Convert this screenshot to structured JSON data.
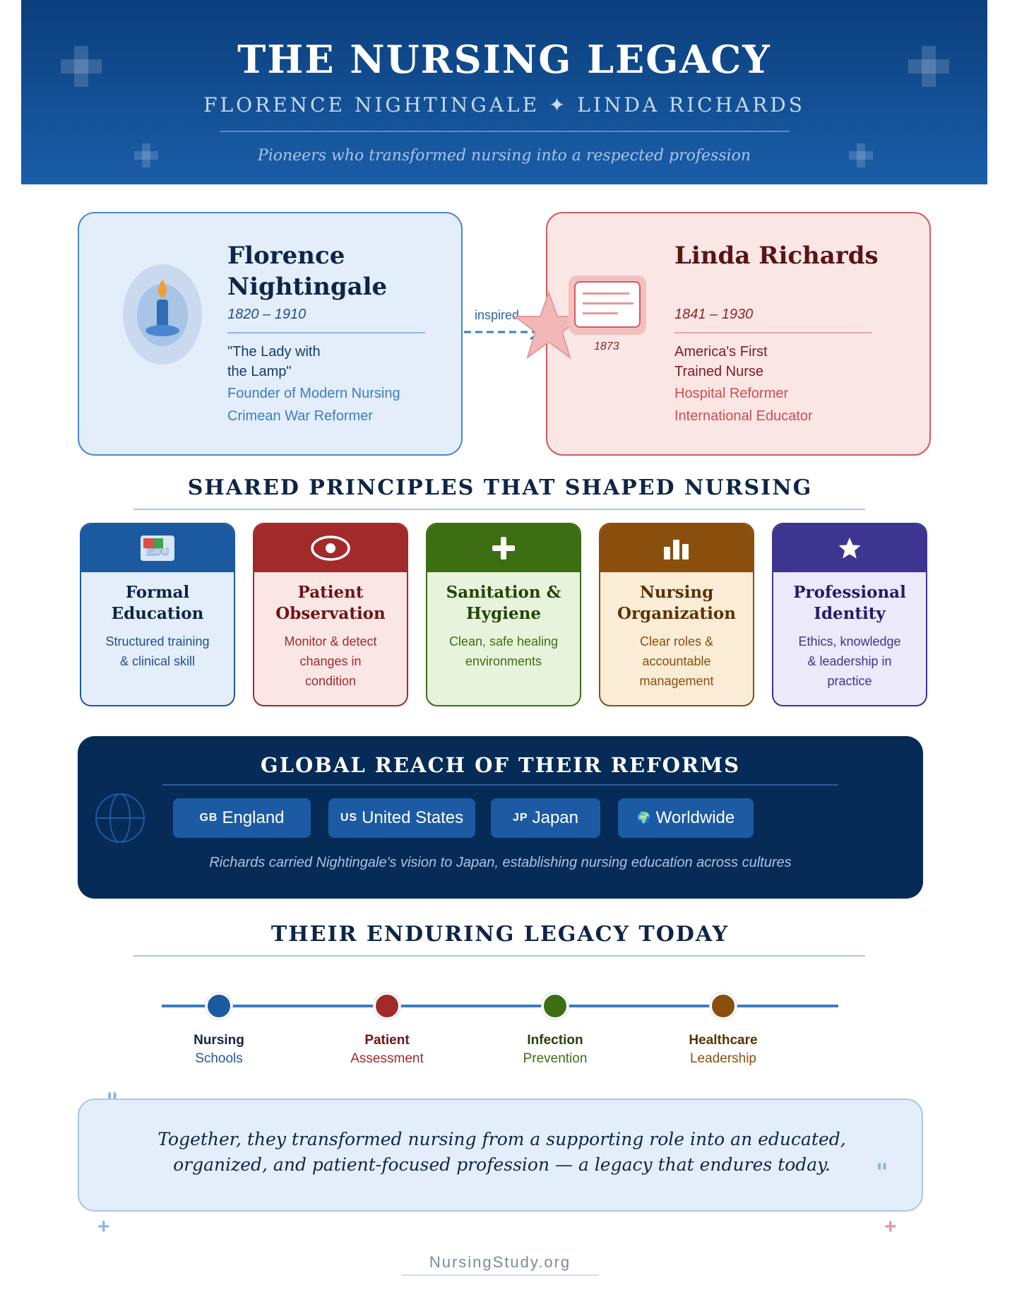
{
  "header": {
    "title": "THE NURSING LEGACY",
    "subtitle": "FLORENCE NIGHTINGALE ✦ LINDA RICHARDS",
    "tagline": "Pioneers who transformed nursing into a respected profession"
  },
  "bios": {
    "nightingale": {
      "name": "Florence Nightingale",
      "years": "1820 – 1910",
      "epithet": "\"The Lady with the Lamp\"",
      "roles": [
        "Founder of Modern Nursing",
        "Crimean War Reformer"
      ],
      "icon": "lamp-icon"
    },
    "connector": "inspired",
    "richards": {
      "name": "Linda Richards",
      "years": "1841 – 1930",
      "badge_year": "1873",
      "epithet": "America's First Trained Nurse",
      "roles": [
        "Hospital Reformer",
        "International Educator"
      ],
      "icon": "diploma-icon"
    }
  },
  "principles": {
    "title": "SHARED PRINCIPLES THAT SHAPED NURSING",
    "items": [
      {
        "title": "Formal Education",
        "desc": "Structured training & clinical skill",
        "icon": "education-icon",
        "icon_text": "EDU",
        "color": "#1b5aa1",
        "bg": "#e4eefa"
      },
      {
        "title": "Patient Observation",
        "desc": "Monitor & detect changes in condition",
        "icon": "eye-icon",
        "color": "#a32a2a",
        "bg": "#fbe6e6"
      },
      {
        "title": "Sanitation & Hygiene",
        "desc": "Clean, safe healing environments",
        "icon": "plus-icon",
        "color": "#3d6e14",
        "bg": "#e8f3dc"
      },
      {
        "title": "Nursing Organization",
        "desc": "Clear roles & accountable management",
        "icon": "bar-chart-icon",
        "color": "#8a4f0c",
        "bg": "#fbecd6"
      },
      {
        "title": "Professional Identity",
        "desc": "Ethics, knowledge & leadership in practice",
        "icon": "star-icon",
        "color": "#3d3590",
        "bg": "#ebe9fa"
      }
    ]
  },
  "global": {
    "title": "GLOBAL REACH OF THEIR REFORMS",
    "icon": "globe-icon",
    "regions": [
      {
        "code": "GB",
        "label": "England"
      },
      {
        "code": "US",
        "label": "United States"
      },
      {
        "code": "JP",
        "label": "Japan"
      },
      {
        "code": "🌍",
        "label": "Worldwide"
      }
    ],
    "note": "Richards carried Nightingale's vision to Japan, establishing nursing education across cultures"
  },
  "legacy": {
    "title": "THEIR ENDURING LEGACY TODAY",
    "items": [
      {
        "line1": "Nursing",
        "line2": "Schools",
        "color": "#1b5aa1",
        "strong": "#0d2547"
      },
      {
        "line1": "Patient",
        "line2": "Assessment",
        "color": "#a32a2a",
        "strong": "#6e1414"
      },
      {
        "line1": "Infection",
        "line2": "Prevention",
        "color": "#3d6e14",
        "strong": "#244408"
      },
      {
        "line1": "Healthcare",
        "line2": "Leadership",
        "color": "#8a4f0c",
        "strong": "#5a3308"
      }
    ]
  },
  "quote": {
    "text": "Together, they transformed nursing from a supporting role into an educated, organized, and patient-focused profession — a legacy that endures today.",
    "open_mark": "\"",
    "close_mark": "\""
  },
  "footer": {
    "site": "NursingStudy.org"
  },
  "colors": {
    "navy": "#062b56",
    "blue": "#1b5aa1",
    "red": "#d65a5a"
  }
}
